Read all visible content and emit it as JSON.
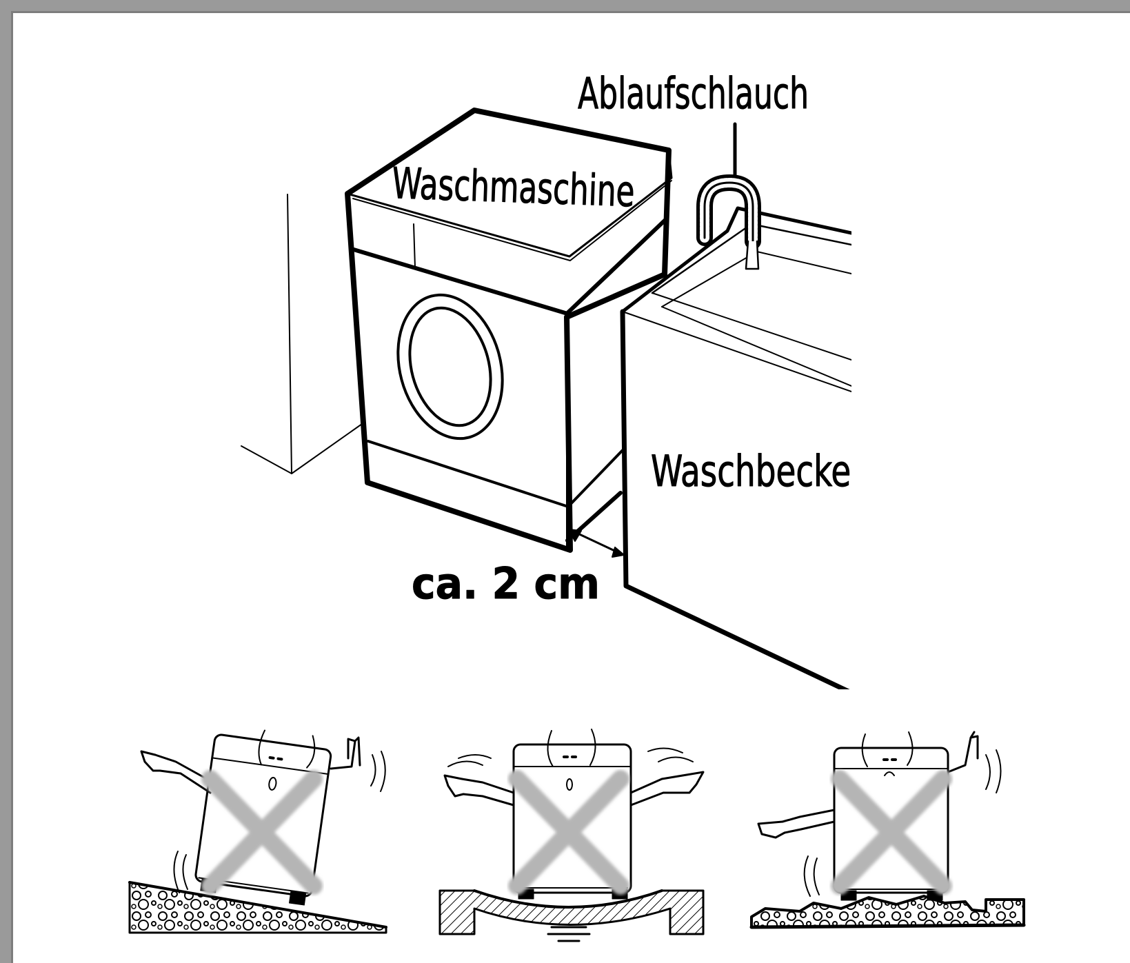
{
  "labels": {
    "drain_hose": "Ablaufschlauch",
    "washing_machine": "Waschmaschine",
    "sink": "Waschbecken",
    "gap": "ca. 2 cm"
  },
  "colors": {
    "page_border": "#9a9a9a",
    "frame_edge": "#7d7d7d",
    "cross": "#b5b5b5",
    "line": "#000000"
  },
  "icons": {
    "wrong_cross": "x-mark-icon",
    "hatch": "hatched-floor"
  }
}
